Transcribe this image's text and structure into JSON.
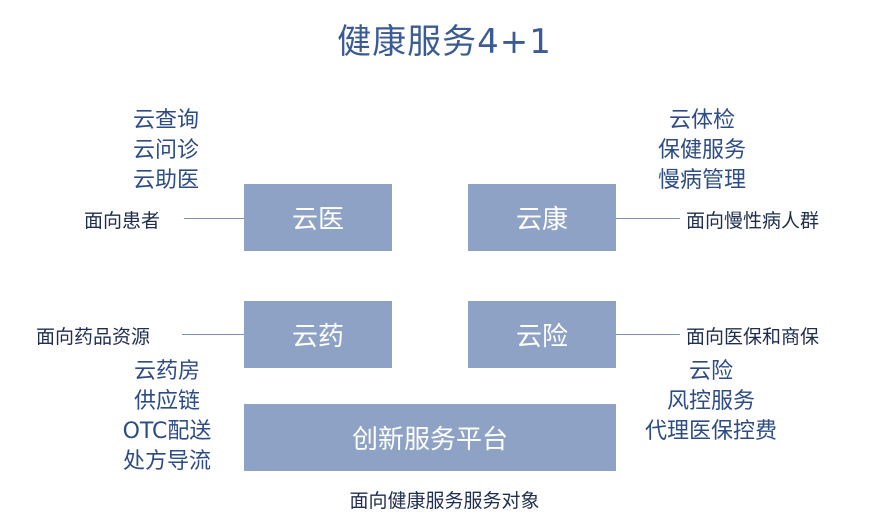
{
  "title": "健康服务4+1",
  "boxes": {
    "yunyi": "云医",
    "yunkang": "云康",
    "yunyao": "云药",
    "yunxian": "云险",
    "platform": "创新服务平台"
  },
  "labels": {
    "yunyi": "面向患者",
    "yunkang": "面向慢性病人群",
    "yunyao": "面向药品资源",
    "yunxian": "面向医保和商保",
    "platform": "面向健康服务服务对象"
  },
  "lists": {
    "yunyi": [
      "云查询",
      "云问诊",
      "云助医"
    ],
    "yunkang": [
      "云体检",
      "保健服务",
      "慢病管理"
    ],
    "yunyao": [
      "云药房",
      "供应链",
      "OTC配送",
      "处方导流"
    ],
    "yunxian": [
      "云险",
      "风控服务",
      "代理医保控费"
    ]
  },
  "colors": {
    "box_fill": "#8da2c4",
    "title": "#3a5b94",
    "list_text": "#2d4c86",
    "label_text": "#1f2d4f"
  }
}
